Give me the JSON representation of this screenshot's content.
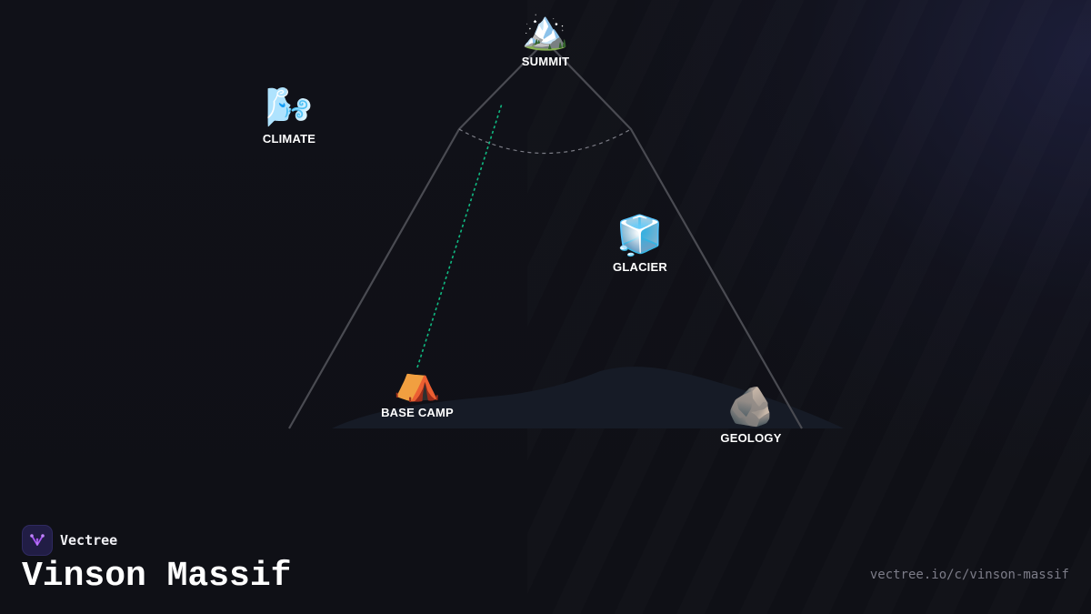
{
  "diagram": {
    "nodes": [
      {
        "id": "summit",
        "label": "SUMMIT",
        "emoji": "🏔️",
        "icon": "snow-capped-mountain-icon"
      },
      {
        "id": "climate",
        "label": "CLIMATE",
        "emoji": "🌬️",
        "icon": "wind-face-icon"
      },
      {
        "id": "glacier",
        "label": "GLACIER",
        "emoji": "🧊",
        "icon": "ice-cube-icon"
      },
      {
        "id": "base_camp",
        "label": "BASE CAMP",
        "emoji": "⛺",
        "icon": "tent-icon"
      },
      {
        "id": "geology",
        "label": "GEOLOGY",
        "emoji": "🪨",
        "icon": "rock-icon"
      }
    ],
    "colors": {
      "mountain_outline": "#4a4b52",
      "route_line": "#10b981",
      "snow_line": "#7a7b84",
      "hill": "#161b26"
    }
  },
  "brand": {
    "name": "Vectree",
    "logo_icon": "vectree-logo-icon",
    "accent": "#a855f7"
  },
  "page": {
    "title": "Vinson Massif",
    "url": "vectree.io/c/vinson-massif"
  }
}
